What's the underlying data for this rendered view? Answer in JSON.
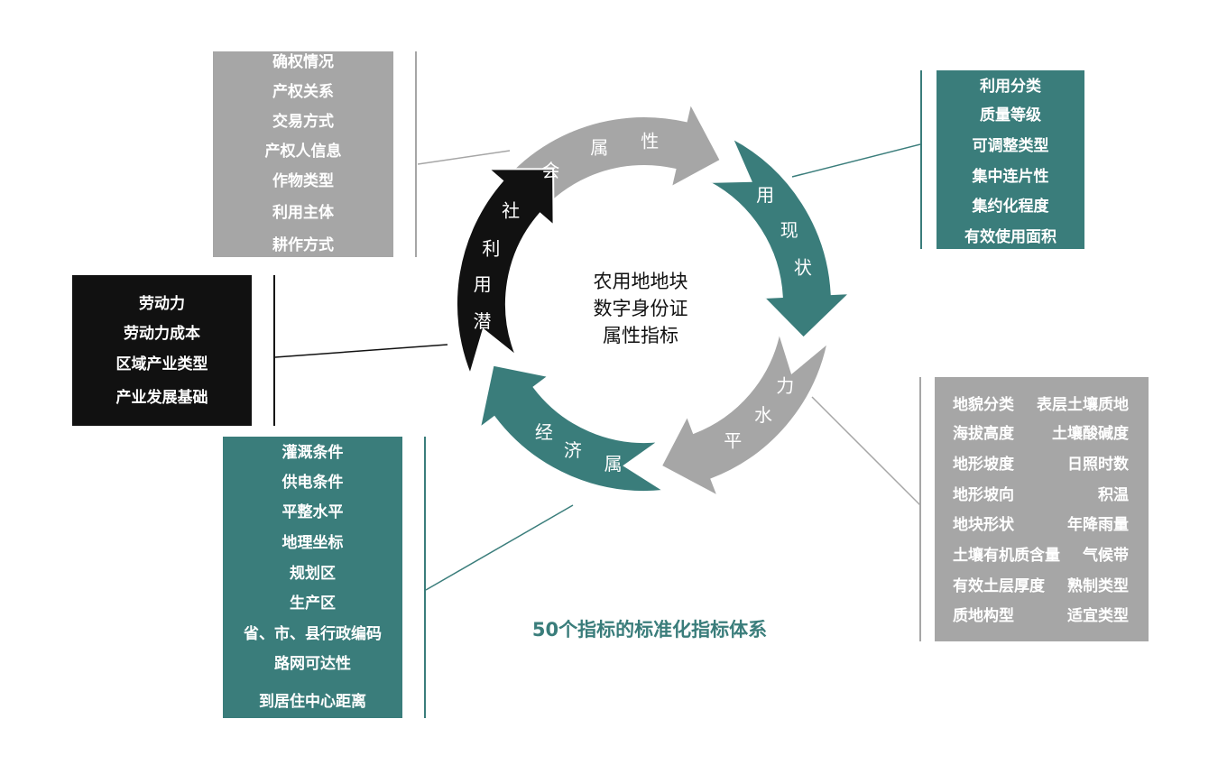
{
  "center": {
    "lines": [
      "农用地地块",
      "数字身份证",
      "属性指标"
    ]
  },
  "segments": {
    "social": "社会属性",
    "utilization_status": "利用现状",
    "land_level": "地力水平",
    "economic": "经济属性",
    "utilization_potential": "利用潜力"
  },
  "boxes": {
    "social": [
      "确权情况",
      "产权关系",
      "交易方式",
      "产权人信息",
      "作物类型",
      "利用主体",
      "耕作方式"
    ],
    "utilization_status": [
      "利用分类",
      "质量等级",
      "可调整类型",
      "集中连片性",
      "集约化程度",
      "有效使用面积"
    ],
    "potential": [
      "劳动力",
      "劳动力成本",
      "区域产业类型",
      "产业发展基础"
    ],
    "economic": [
      "灌溉条件",
      "供电条件",
      "平整水平",
      "地理坐标",
      "规划区",
      "生产区",
      "省、市、县行政编码",
      "路网可达性",
      "到居住中心距离"
    ],
    "land_level": [
      [
        "地貌分类",
        "表层土壤质地"
      ],
      [
        "海拔高度",
        "土壤酸碱度"
      ],
      [
        "地形坡度",
        "日照时数"
      ],
      [
        "地形坡向",
        "积温"
      ],
      [
        "地块形状",
        "年降雨量"
      ],
      [
        "土壤有机质含量",
        "气候带"
      ],
      [
        "有效土层厚度",
        "熟制类型"
      ],
      [
        "质地构型",
        "适宜类型"
      ]
    ]
  },
  "caption": "50个指标的标准化指标体系",
  "colors": {
    "teal": "#3a7d7b",
    "grey": "#a6a6a6",
    "black": "#111111"
  }
}
